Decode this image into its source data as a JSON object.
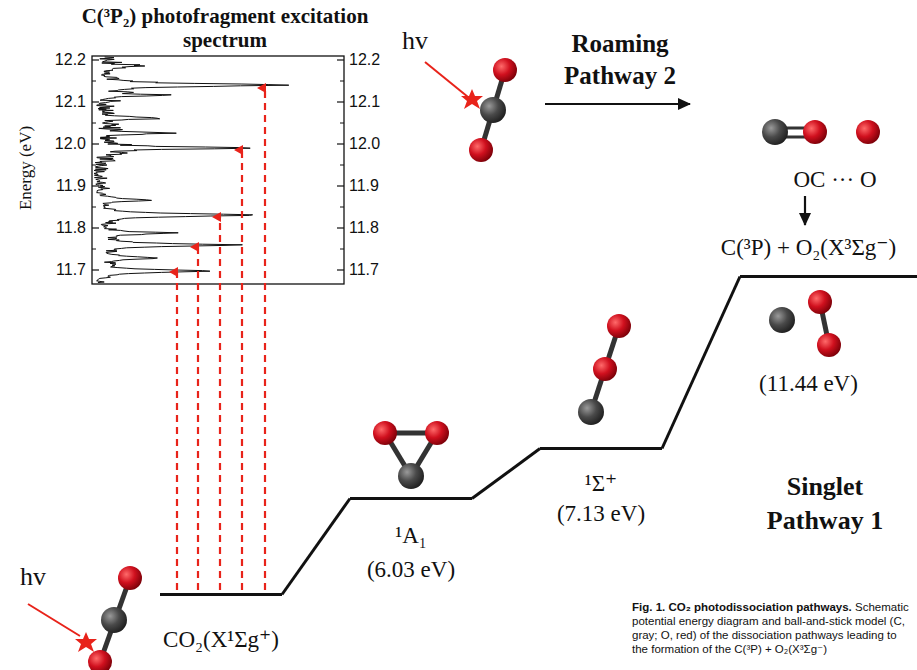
{
  "diagram": {
    "caption": "Fig. 1. CO₂ photodissociation pathways.",
    "nodes": [
      {
        "text": [
          "CO₂(X¹Σg⁺)"
        ]
      },
      {
        "text": [
          "¹A₁",
          "(6.03 eV)"
        ]
      },
      {
        "text": [
          "¹Σ⁺",
          "(7.13 eV)"
        ]
      },
      {
        "text": [
          "C(³P) + O₂(X³Σg⁻)",
          "(11.44 eV)"
        ]
      },
      {
        "text": [
          "OC ··· O"
        ]
      }
    ],
    "edges": [
      {
        "from": 0,
        "to": 1,
        "arrow": "none"
      },
      {
        "from": 1,
        "to": 2,
        "arrow": "none"
      },
      {
        "from": 2,
        "to": 3,
        "arrow": "none"
      },
      {
        "from": 4,
        "to": 3,
        "arrow": "to"
      }
    ],
    "labels": [
      "C(³P₂) photofragment excitation spectrum",
      "Energy (eV)",
      "12.2",
      "12.1",
      "12.0",
      "11.9",
      "11.8",
      "11.7",
      "12.2",
      "12.1",
      "12.0",
      "11.9",
      "11.8",
      "11.7",
      "hv",
      "Roaming Pathway 2",
      "Singlet Pathway 1",
      "hv",
      "Schematic potential energy diagram and ball-and-stick model (C, gray; O, red) of the dissociation pathways leading to the formation of the C(³P) + O₂(X³Σg⁻)"
    ]
  }
}
